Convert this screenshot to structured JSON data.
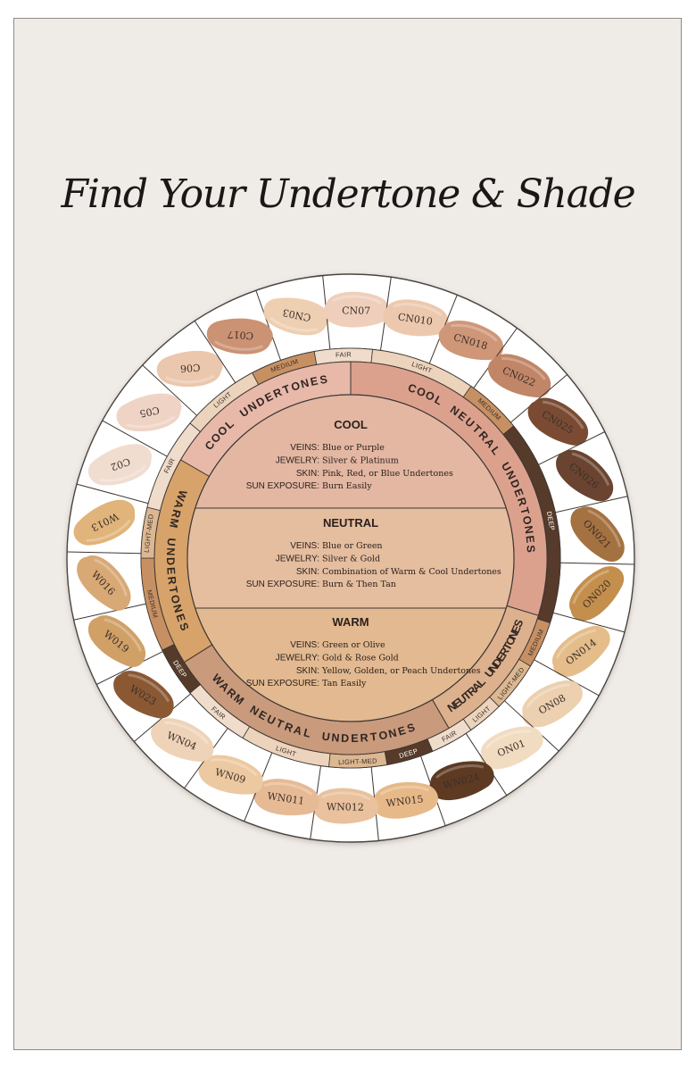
{
  "title": "Find Your Undertone & Shade",
  "center": [
    {
      "heading": "COOL",
      "color": "#e3b7a2",
      "lines": [
        [
          "VEINS:",
          "Blue or Purple"
        ],
        [
          "JEWELRY:",
          "Silver & Platinum"
        ],
        [
          "SKIN:",
          "Pink, Red, or Blue Undertones"
        ],
        [
          "SUN EXPOSURE:",
          "Burn Easily"
        ]
      ]
    },
    {
      "heading": "NEUTRAL",
      "color": "#e5bd9f",
      "lines": [
        [
          "VEINS:",
          "Blue or Green"
        ],
        [
          "JEWELRY:",
          "Silver & Gold"
        ],
        [
          "SKIN:",
          "Combination of Warm & Cool Undertones"
        ],
        [
          "SUN EXPOSURE:",
          "Burn & Then Tan"
        ]
      ]
    },
    {
      "heading": "WARM",
      "color": "#e2b990",
      "lines": [
        [
          "VEINS:",
          "Green or Olive"
        ],
        [
          "JEWELRY:",
          "Gold & Rose Gold"
        ],
        [
          "SKIN:",
          "Yellow, Golden, or Peach Undertones"
        ],
        [
          "SUN EXPOSURE:",
          "Tan Easily"
        ]
      ]
    }
  ],
  "undertone_sectors": [
    {
      "label": "COOL UNDERTONES",
      "from": -60,
      "to": 0,
      "color": "#e8b8a9"
    },
    {
      "label": "COOL NEUTRAL UNDERTONES",
      "from": 0,
      "to": 107,
      "color": "#dca18d"
    },
    {
      "label": "NEUTRAL UNDERTONES",
      "from": 107,
      "to": 150,
      "color": "#ddb08e"
    },
    {
      "label": "WARM NEUTRAL UNDERTONES",
      "from": 150,
      "to": 238,
      "color": "#c99a7c"
    },
    {
      "label": "WARM UNDERTONES",
      "from": 238,
      "to": 300,
      "color": "#d7a36a"
    }
  ],
  "depth_sectors": [
    {
      "label": "FAIR",
      "from": -76,
      "to": -50,
      "color": "#efdccb"
    },
    {
      "label": "LIGHT",
      "from": -50,
      "to": -28,
      "color": "#ecd3bc"
    },
    {
      "label": "MEDIUM",
      "from": -28,
      "to": -10,
      "color": "#c79063"
    },
    {
      "label": "FAIR",
      "from": -10,
      "to": 6,
      "color": "#efdccb"
    },
    {
      "label": "LIGHT",
      "from": 6,
      "to": 35,
      "color": "#ecd3bc"
    },
    {
      "label": "MEDIUM",
      "from": 35,
      "to": 51,
      "color": "#c79063"
    },
    {
      "label": "DEEP",
      "from": 51,
      "to": 108,
      "color": "#563a2a"
    },
    {
      "label": "MEDIUM",
      "from": 108,
      "to": 121,
      "color": "#c79063"
    },
    {
      "label": "LIGHT-MED",
      "from": 121,
      "to": 135,
      "color": "#dcb892"
    },
    {
      "label": "LIGHT",
      "from": 135,
      "to": 145,
      "color": "#ecd3bc"
    },
    {
      "label": "FAIR",
      "from": 145,
      "to": 157,
      "color": "#efdccb"
    },
    {
      "label": "DEEP",
      "from": 157,
      "to": 170,
      "color": "#563a2a"
    },
    {
      "label": "LIGHT-MED",
      "from": 170,
      "to": 186,
      "color": "#dcb892"
    },
    {
      "label": "LIGHT",
      "from": 186,
      "to": 211,
      "color": "#ecd3bc"
    },
    {
      "label": "FAIR",
      "from": 211,
      "to": 230,
      "color": "#efdccb"
    },
    {
      "label": "DEEP",
      "from": 230,
      "to": 244,
      "color": "#563a2a"
    },
    {
      "label": "MEDIUM",
      "from": 244,
      "to": 270,
      "color": "#c79063"
    },
    {
      "label": "LIGHT-MED",
      "from": 270,
      "to": 284,
      "color": "#dcb892"
    }
  ],
  "shades": [
    {
      "code": "CN03",
      "color": "#eecfb2"
    },
    {
      "code": "CN07",
      "color": "#efcfbb"
    },
    {
      "code": "CN010",
      "color": "#ecc9ae"
    },
    {
      "code": "CN018",
      "color": "#cf9678"
    },
    {
      "code": "CN022",
      "color": "#c18567"
    },
    {
      "code": "CN025",
      "color": "#7a4b32"
    },
    {
      "code": "CN026",
      "color": "#6a4430"
    },
    {
      "code": "ON021",
      "color": "#a47140"
    },
    {
      "code": "ON020",
      "color": "#c48e4c"
    },
    {
      "code": "ON014",
      "color": "#e4bd8a"
    },
    {
      "code": "ON08",
      "color": "#ecd0af"
    },
    {
      "code": "ON01",
      "color": "#f1dcc1"
    },
    {
      "code": "WN024",
      "color": "#5e3a22"
    },
    {
      "code": "WN015",
      "color": "#e7b988"
    },
    {
      "code": "WN012",
      "color": "#e9c19d"
    },
    {
      "code": "WN011",
      "color": "#e6ba95"
    },
    {
      "code": "WN09",
      "color": "#ecc9a1"
    },
    {
      "code": "WN04",
      "color": "#eed3b8"
    },
    {
      "code": "W023",
      "color": "#8a5833"
    },
    {
      "code": "W019",
      "color": "#d0a067"
    },
    {
      "code": "W016",
      "color": "#d8a875"
    },
    {
      "code": "W013",
      "color": "#e0b47a"
    },
    {
      "code": "C02",
      "color": "#f1dcd0"
    },
    {
      "code": "C05",
      "color": "#efd4c6"
    },
    {
      "code": "C06",
      "color": "#ebc7ae"
    },
    {
      "code": "C017",
      "color": "#cb9274"
    }
  ]
}
